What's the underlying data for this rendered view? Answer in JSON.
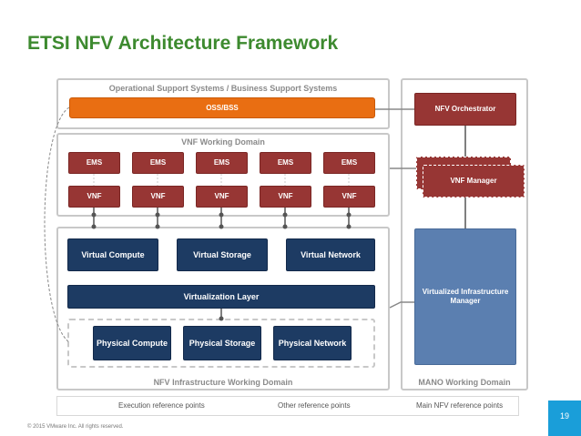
{
  "title": "ETSI NFV Architecture Framework",
  "oss_domain": {
    "label": "Operational Support Systems / Business Support Systems",
    "bar": "OSS/BSS"
  },
  "vnf_domain": {
    "label": "VNF Working Domain",
    "ems": [
      "EMS",
      "EMS",
      "EMS",
      "EMS",
      "EMS"
    ],
    "vnf": [
      "VNF",
      "VNF",
      "VNF",
      "VNF",
      "VNF"
    ]
  },
  "nfvi_domain": {
    "label": "NFV Infrastructure Working Domain",
    "virtual": [
      "Virtual Compute",
      "Virtual Storage",
      "Virtual Network"
    ],
    "virtualization_layer": "Virtualization Layer",
    "physical": [
      "Physical Compute",
      "Physical Storage",
      "Physical Network"
    ]
  },
  "mano_domain": {
    "label": "MANO Working Domain",
    "orchestrator": "NFV Orchestrator",
    "vnf_manager": "VNF Manager",
    "vim": "Virtualized Infrastructure Manager"
  },
  "legend": {
    "execution": "Execution reference points",
    "other": "Other reference points",
    "main": "Main NFV reference points"
  },
  "page_number": "19",
  "copyright": "© 2015 VMware Inc. All rights reserved."
}
